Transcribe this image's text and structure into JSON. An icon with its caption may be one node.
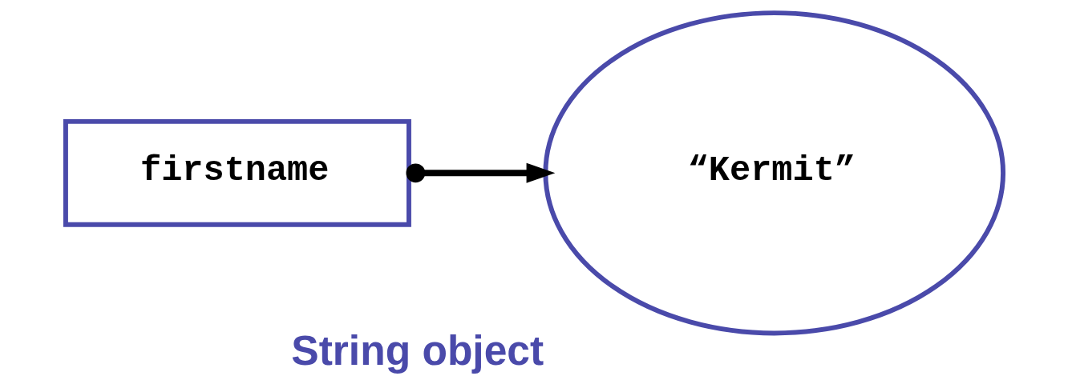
{
  "diagram": {
    "nodes": [
      {
        "text": [
          "firstname"
        ]
      },
      {
        "text": [
          "“Kermit”"
        ],
        "beside": [
          "String object"
        ]
      }
    ],
    "edges": [
      {
        "from": 0,
        "to": 1,
        "arrow": "to"
      }
    ]
  }
}
